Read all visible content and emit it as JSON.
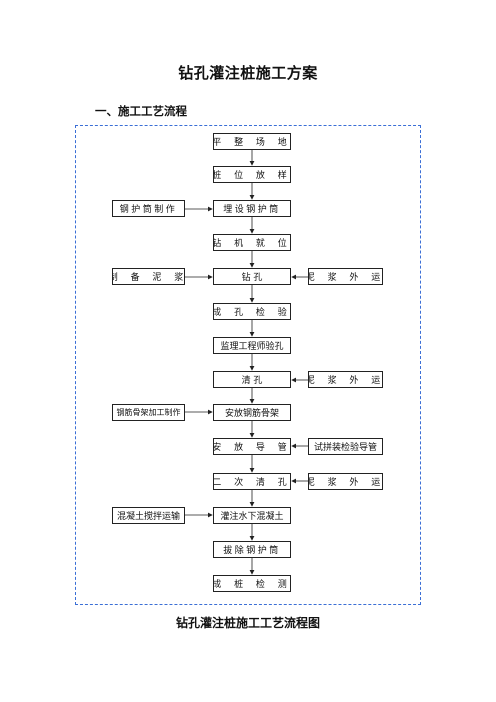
{
  "document": {
    "title": "钻孔灌注桩施工方案",
    "section_heading": "一、施工工艺流程",
    "figure_caption": "钻孔灌注桩施工工艺流程图"
  },
  "flowchart": {
    "main_steps": [
      "平 整 场 地",
      "桩 位 放 样",
      "埋设钢护筒",
      "钻 机 就 位",
      "钻    孔",
      "成 孔 检 验",
      "监理工程师验孔",
      "清    孔",
      "安放钢筋骨架",
      "安 放 导 管",
      "二 次 清 孔",
      "灌注水下混凝土",
      "拔除钢护筒",
      "成 桩 检 测"
    ],
    "left_inputs": [
      "钢护筒制作",
      "制 备 泥 浆",
      "钢筋骨架加工制作",
      "混凝土搅拌运输"
    ],
    "right_inputs": [
      "泥 浆 外 运",
      "泥 浆 外 运",
      "试拼装检验导管",
      "泥 浆 外 运"
    ]
  },
  "colors": {
    "frame_border": "#3b6fd6",
    "box_border": "#222222",
    "arrow": "#222222"
  }
}
